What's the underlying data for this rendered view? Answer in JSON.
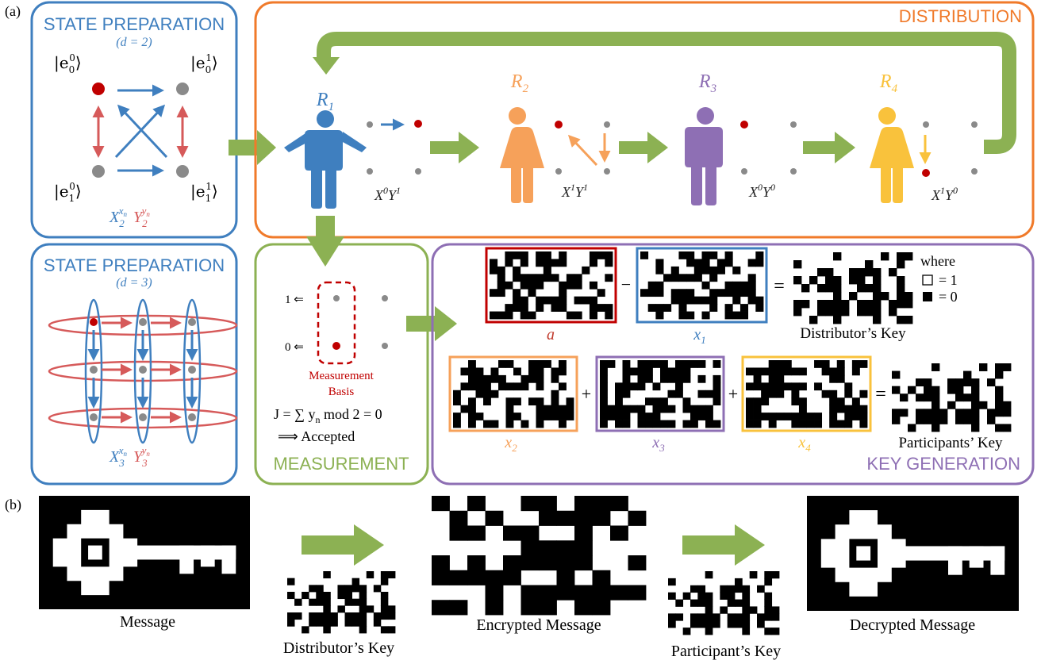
{
  "panel_labels": {
    "a": "(a)",
    "b": "(b)"
  },
  "state_prep_d2": {
    "title": "STATE PREPARATION",
    "subtitle": "(d = 2)",
    "ket_tl": "|e",
    "kets": [
      "|e₀⁰⟩",
      "|e₀¹⟩",
      "|e₁⁰⟩",
      "|e₁¹⟩"
    ],
    "ket_tl_sub": "0",
    "ket_tl_sup": "0",
    "ket_tr_sub": "0",
    "ket_tr_sup": "1",
    "ket_bl_sub": "1",
    "ket_bl_sup": "0",
    "ket_br_sub": "1",
    "ket_br_sup": "1",
    "op_x": "X",
    "op_x_sub": "2",
    "op_x_sup": "x",
    "op_y": "Y",
    "op_y_sub": "2",
    "op_y_sup": "y",
    "op_sup_n": "n"
  },
  "state_prep_d3": {
    "title": "STATE PREPARATION",
    "subtitle": "(d = 3)",
    "op_x": "X",
    "op_x_sub": "3",
    "op_x_sup": "x",
    "op_y": "Y",
    "op_y_sub": "3",
    "op_y_sup": "y",
    "op_sup_n": "n"
  },
  "distribution": {
    "title": "DISTRIBUTION",
    "participants": [
      {
        "name": "R",
        "sub": "1",
        "color": "#3f7fbf"
      },
      {
        "name": "R",
        "sub": "2",
        "color": "#f6a15a"
      },
      {
        "name": "R",
        "sub": "3",
        "color": "#8e6fb4"
      },
      {
        "name": "R",
        "sub": "4",
        "color": "#f9c23c"
      }
    ],
    "ops": [
      {
        "x": "X",
        "xs": "0",
        "y": "Y",
        "ys": "1"
      },
      {
        "x": "X",
        "xs": "1",
        "y": "Y",
        "ys": "1"
      },
      {
        "x": "X",
        "xs": "0",
        "y": "Y",
        "ys": "0"
      },
      {
        "x": "X",
        "xs": "1",
        "y": "Y",
        "ys": "0"
      }
    ]
  },
  "measurement": {
    "title": "MEASUREMENT",
    "label_1": "1 ⇐",
    "label_0": "0 ⇐",
    "basis_line1": "Measurement",
    "basis_line2": "Basis",
    "formula": "J = ∑ y",
    "formula_sub": "n",
    "formula_rest": " mod 2 = 0",
    "accepted": "⟹ Accepted"
  },
  "key_generation": {
    "title": "KEY GENERATION",
    "minus": "−",
    "plus": "+",
    "equals": "=",
    "where": "where",
    "white_eq": "= 1",
    "black_eq": "= 0",
    "distributor_key": "Distributor’s Key",
    "participants_key": "Participants’ Key",
    "labels": [
      {
        "text": "a",
        "sub": "",
        "color": "#c0392b"
      },
      {
        "text": "x",
        "sub": "1",
        "color": "#3f7fbf"
      },
      {
        "text": "x",
        "sub": "2",
        "color": "#f6a15a"
      },
      {
        "text": "x",
        "sub": "3",
        "color": "#8e6fb4"
      },
      {
        "text": "x",
        "sub": "4",
        "color": "#f9c23c"
      }
    ]
  },
  "panel_b": {
    "message": "Message",
    "distributor_key": "Distributor’s Key",
    "encrypted": "Encrypted Message",
    "participant_key": "Participant’s Key",
    "decrypted": "Decrypted Message"
  },
  "colors": {
    "blue": "#3f7fbf",
    "orange": "#f07a2a",
    "green": "#8cb153",
    "purple": "#8e6fb4",
    "red": "#c0392b",
    "yellow": "#f9c23c",
    "gray": "#8a8a8a"
  },
  "icons": [
    "person-icon",
    "arrow-icon",
    "bitmap-icon"
  ]
}
